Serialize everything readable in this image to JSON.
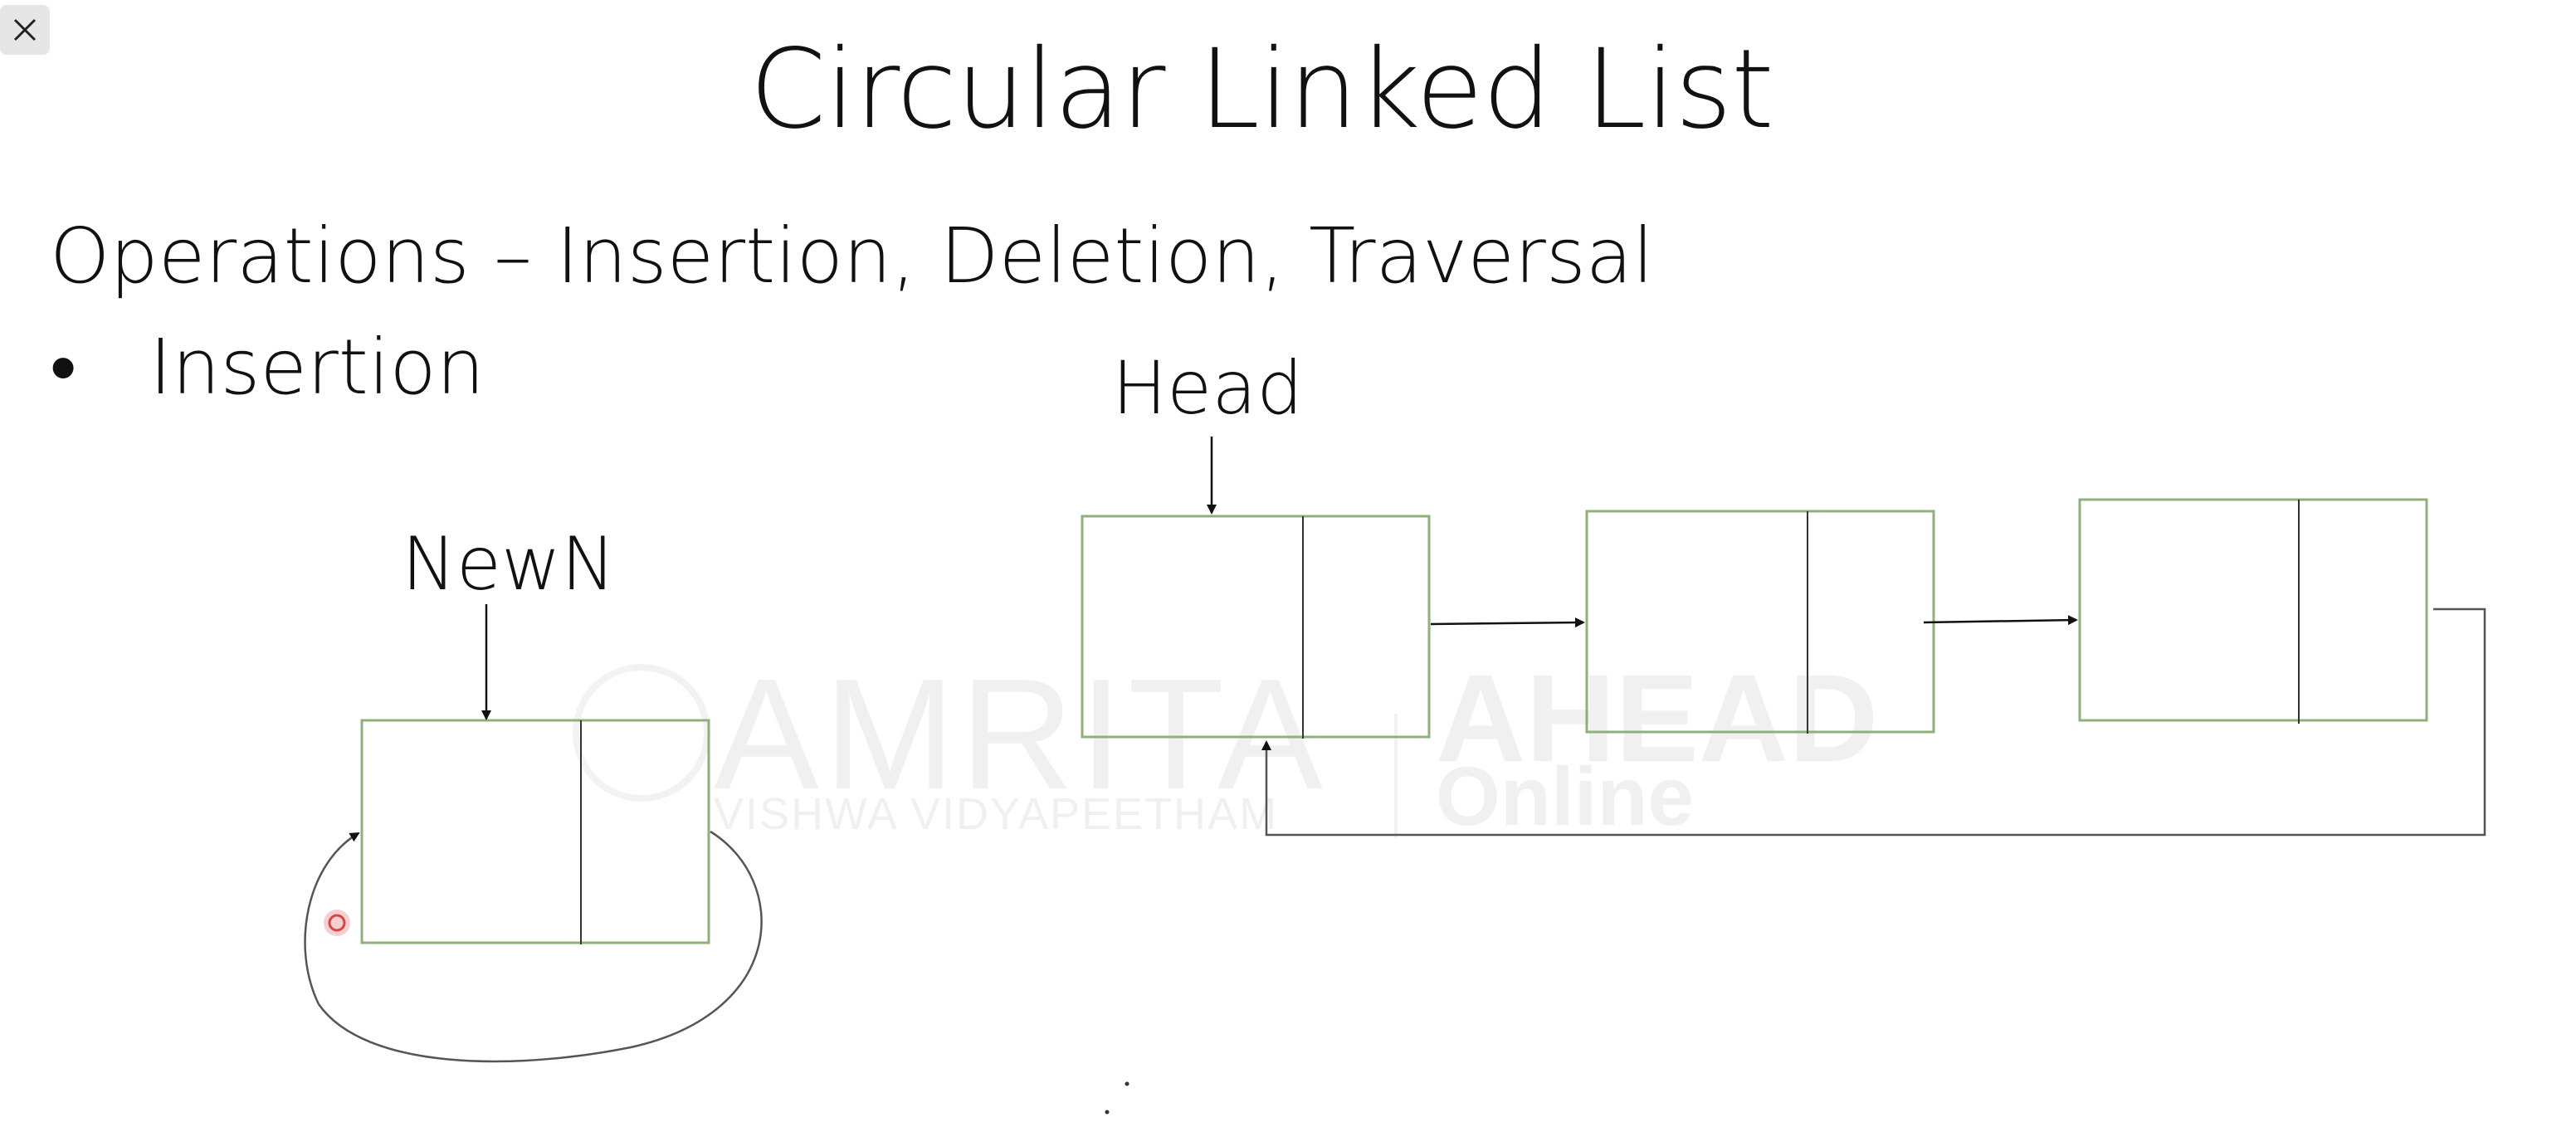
{
  "window": {
    "close_icon": "close-icon"
  },
  "slide": {
    "title": "Circular Linked List",
    "subtitle": "Operations – Insertion,  Deletion, Traversal",
    "bullet_symbol": "•",
    "bullet_text": "Insertion"
  },
  "diagram": {
    "new_node_label": "NewN",
    "head_label": "Head",
    "node_border_color": "#8fb07a",
    "arrow_color": "#111111"
  },
  "watermark": {
    "main": "AMRITA",
    "sub": "VISHWA VIDYAPEETHAM",
    "right_top": "AHEAD",
    "right_bottom": "Online"
  },
  "cursor": {
    "icon": "cursor-pointer-icon",
    "color": "#d94545"
  }
}
